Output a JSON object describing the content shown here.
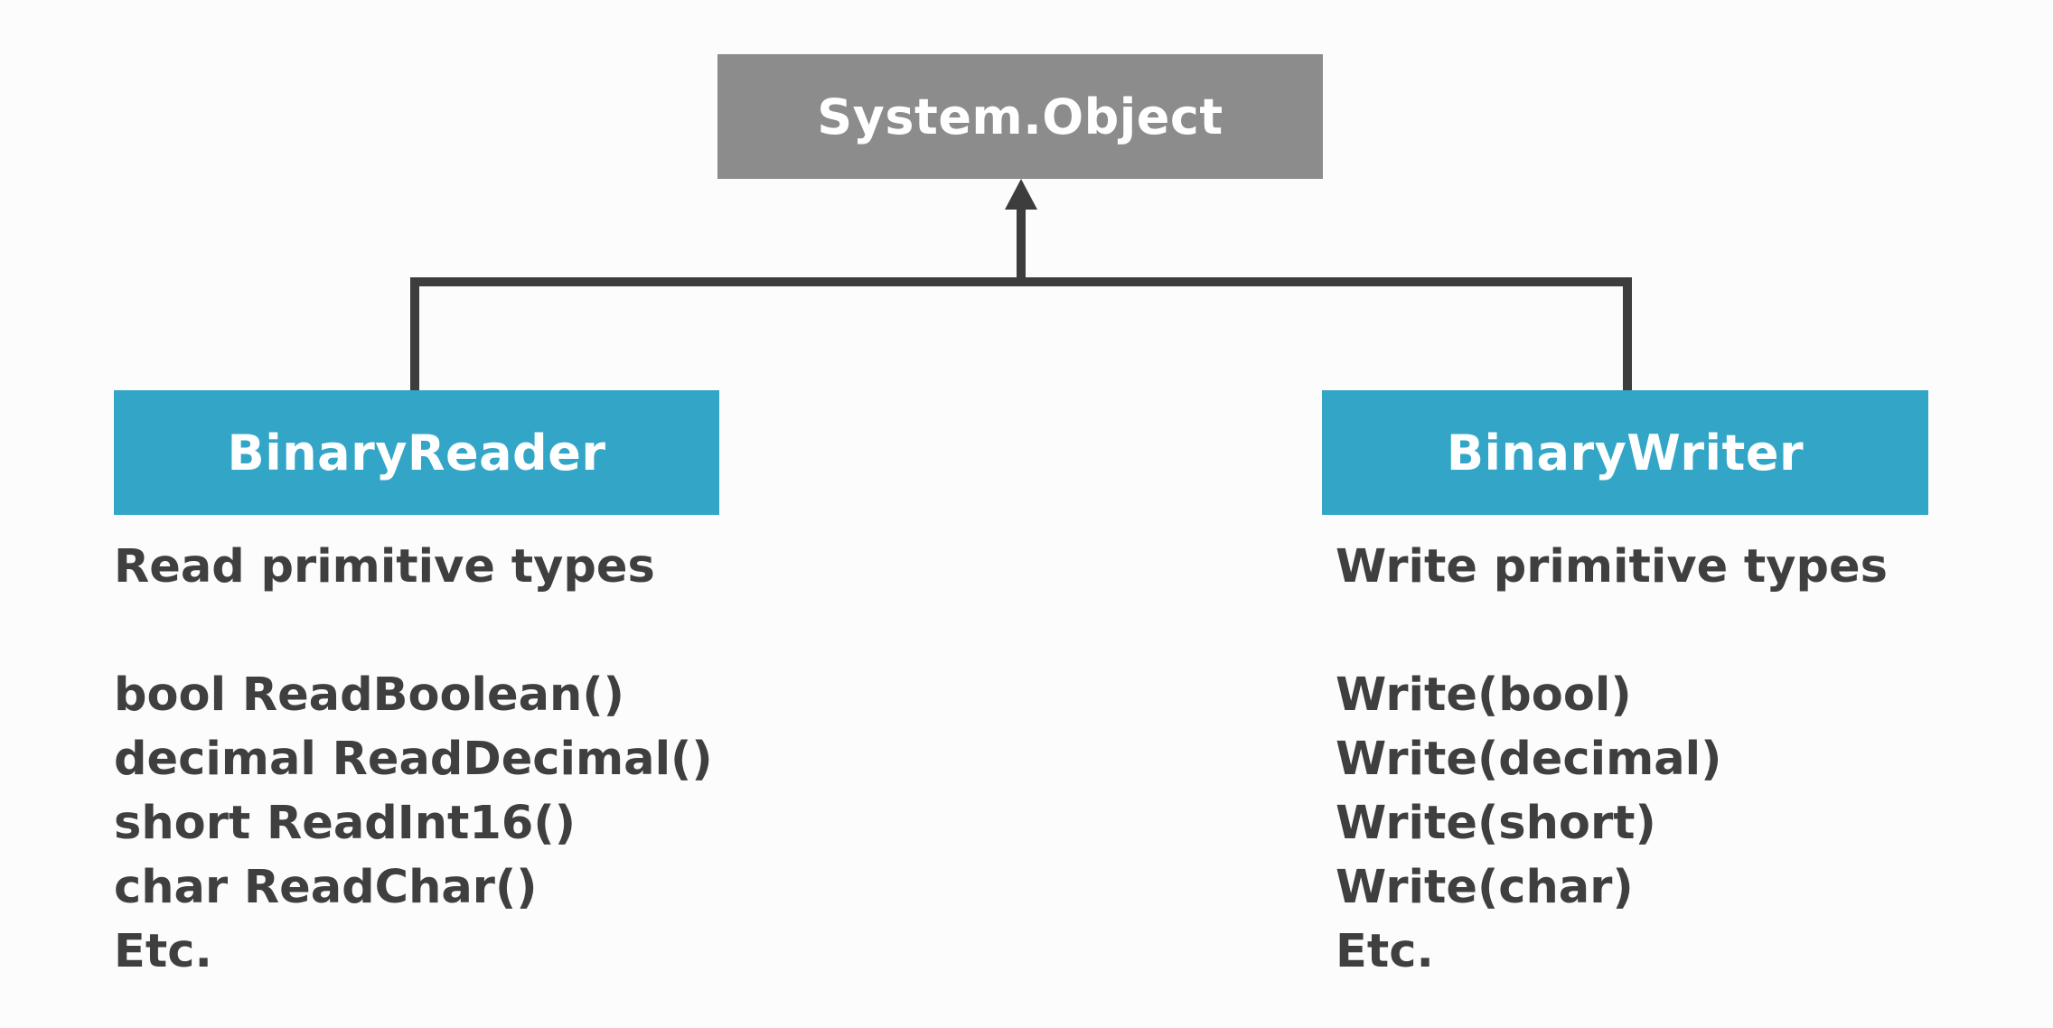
{
  "root": {
    "label": "System.Object",
    "color": "#8c8c8c"
  },
  "connector_color": "#3d3d3d",
  "classes": {
    "left": {
      "label": "BinaryReader",
      "color": "#33a6c7",
      "heading": "Read primitive types",
      "methods": [
        "bool ReadBoolean()",
        "decimal ReadDecimal()",
        "short ReadInt16()",
        "char ReadChar()",
        "Etc."
      ]
    },
    "right": {
      "label": "BinaryWriter",
      "color": "#33a6c7",
      "heading": "Write primitive types",
      "methods": [
        "Write(bool)",
        "Write(decimal)",
        "Write(short)",
        "Write(char)",
        "Etc."
      ]
    }
  }
}
